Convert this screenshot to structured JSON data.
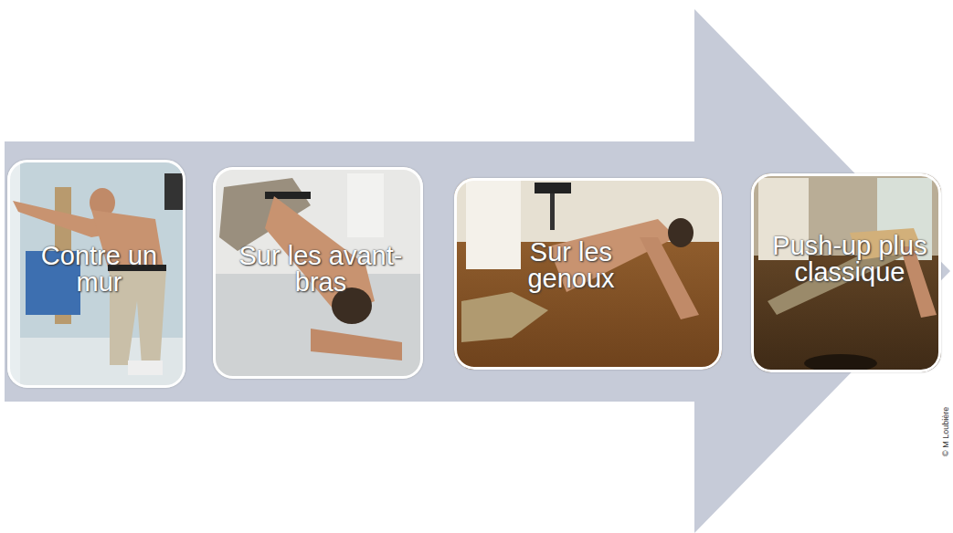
{
  "diagram": {
    "nodes": [
      {
        "text": [
          "Contre un mur"
        ]
      },
      {
        "text": [
          "Sur les avant-bras"
        ]
      },
      {
        "text": [
          "Sur les genoux"
        ]
      },
      {
        "text": [
          "Push-up plus classique"
        ]
      }
    ],
    "labels": [
      "© M Loubière"
    ]
  }
}
